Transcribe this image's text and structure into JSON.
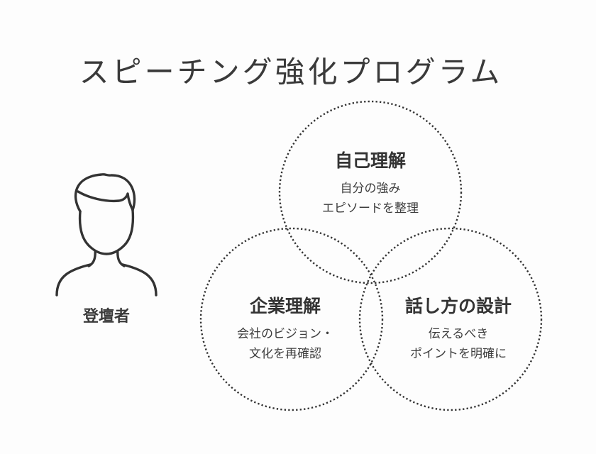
{
  "title": "スピーチング強化プログラム",
  "speaker": {
    "label": "登壇者",
    "icon": "person-outline-icon"
  },
  "venn": {
    "style": "dotted-circles",
    "circles": [
      {
        "id": "self-understanding",
        "title": "自己理解",
        "desc_line1": "自分の強み",
        "desc_line2": "エピソードを整理"
      },
      {
        "id": "company-understanding",
        "title": "企業理解",
        "desc_line1": "会社のビジョン・",
        "desc_line2": "文化を再確認"
      },
      {
        "id": "speech-design",
        "title": "話し方の設計",
        "desc_line1": "伝えるべき",
        "desc_line2": "ポイントを明確に"
      }
    ]
  },
  "colors": {
    "line": "#333333",
    "text": "#3a3a3a",
    "background": "#fdfdfd"
  }
}
